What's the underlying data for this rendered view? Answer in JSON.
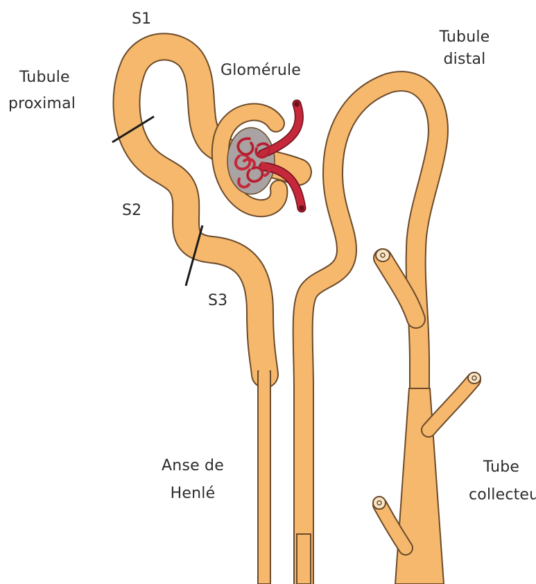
{
  "labels": {
    "s1": "S1",
    "glomerule": "Glomérule",
    "tubule_distal_line1": "Tubule",
    "tubule_distal_line2": "distal",
    "tubule_proximal_line1": "Tubule",
    "tubule_proximal_line2": "proximal",
    "s2": "S2",
    "s3": "S3",
    "anse_line1": "Anse de",
    "anse_line2": "Henlé",
    "tube_collecteur_line1": "Tube",
    "tube_collecteur_line2": "collecteur"
  },
  "colors": {
    "tubule_fill": "#f5b86c",
    "tubule_outline": "#6b4a2a",
    "capillary": "#c4283a",
    "capillary_outline": "#6e0f1c",
    "capsule_inner": "#a9a3a3",
    "segment_marker": "#1a1a1a",
    "text": "#2b2b2b"
  }
}
